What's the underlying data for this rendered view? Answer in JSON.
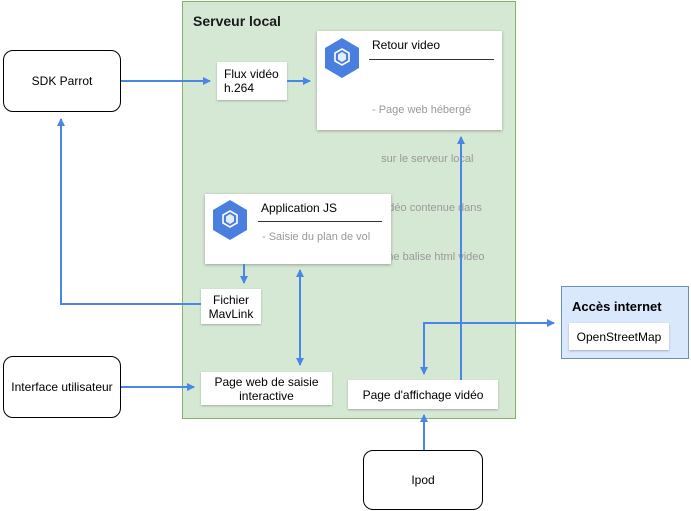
{
  "server": {
    "title": "Serveur local"
  },
  "nodes": {
    "sdk_parrot": "SDK Parrot",
    "flux_video": [
      "Flux vidéo",
      "h.264"
    ],
    "fichier_mavlink": [
      "Fichier",
      "MavLink"
    ],
    "interface_utilisateur": "Interface utilisateur",
    "page_saisie": [
      "Page web de saisie",
      "interactive"
    ],
    "page_affichage": "Page d'affichage vidéo",
    "ipod": "Ipod"
  },
  "cards": {
    "retour_video": {
      "title": "Retour video",
      "items": [
        "- Page web hébergé",
        "   sur le serveur local",
        "- Vidéo contenue dans",
        "   une balise html video"
      ]
    },
    "application_js": {
      "title": "Application JS",
      "items": [
        "- Saisie du plan de vol"
      ]
    }
  },
  "internet": {
    "title": "Accès internet",
    "service": "OpenStreetMap"
  },
  "colors": {
    "server_fill": "#d5e8d4",
    "server_border": "#82b366",
    "internet_fill": "#dae8fc",
    "internet_border": "#6c8ebf",
    "arrow": "#4a86e8",
    "hex_icon": "#4a7fe0"
  },
  "icons": [
    "cloud-hexagon-icon",
    "cloud-hexagon-icon"
  ]
}
